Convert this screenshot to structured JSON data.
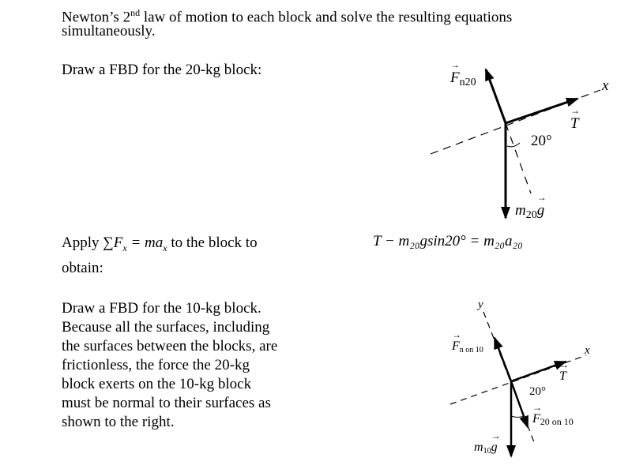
{
  "intro": {
    "line1_pre": "Newton’s 2",
    "line1_sup": "nd",
    "line1_post": " law of motion to each block and solve the resulting equations",
    "line2": "simultaneously."
  },
  "step1": {
    "text": "Draw a FBD for the 20-kg block:"
  },
  "fbd20": {
    "normal_F": "F",
    "normal_sub": "n20",
    "tension": "T",
    "weight_m": "m",
    "weight_sub": "20",
    "weight_g": "g",
    "angle": "20°",
    "axis_x": "x"
  },
  "step2": {
    "pre": "Apply ",
    "formula": "∑F",
    "formula_sub": "x",
    "formula_rest": " = ma",
    "formula_rest_sub": "x",
    "post": " to the block to",
    "line2": "obtain:"
  },
  "equation": "T − m₂₀gsin20° = m₂₀a₂₀",
  "step3": {
    "lines": [
      "Draw a FBD for the 10-kg block.",
      "Because all the surfaces, including",
      "the surfaces between the blocks, are",
      "frictionless, the force the 20-kg",
      "block exerts on the 10-kg block",
      "must be normal to their surfaces as",
      "shown to the right."
    ]
  },
  "fbd10": {
    "normal_F": "F",
    "normal_sub": "n on 10",
    "tension": "T",
    "contact_F": "F",
    "contact_sub": "20 on 10",
    "weight_m": "m",
    "weight_sub": "10",
    "weight_g": "g",
    "angle": "20°",
    "axis_x": "x",
    "axis_y": "y"
  }
}
